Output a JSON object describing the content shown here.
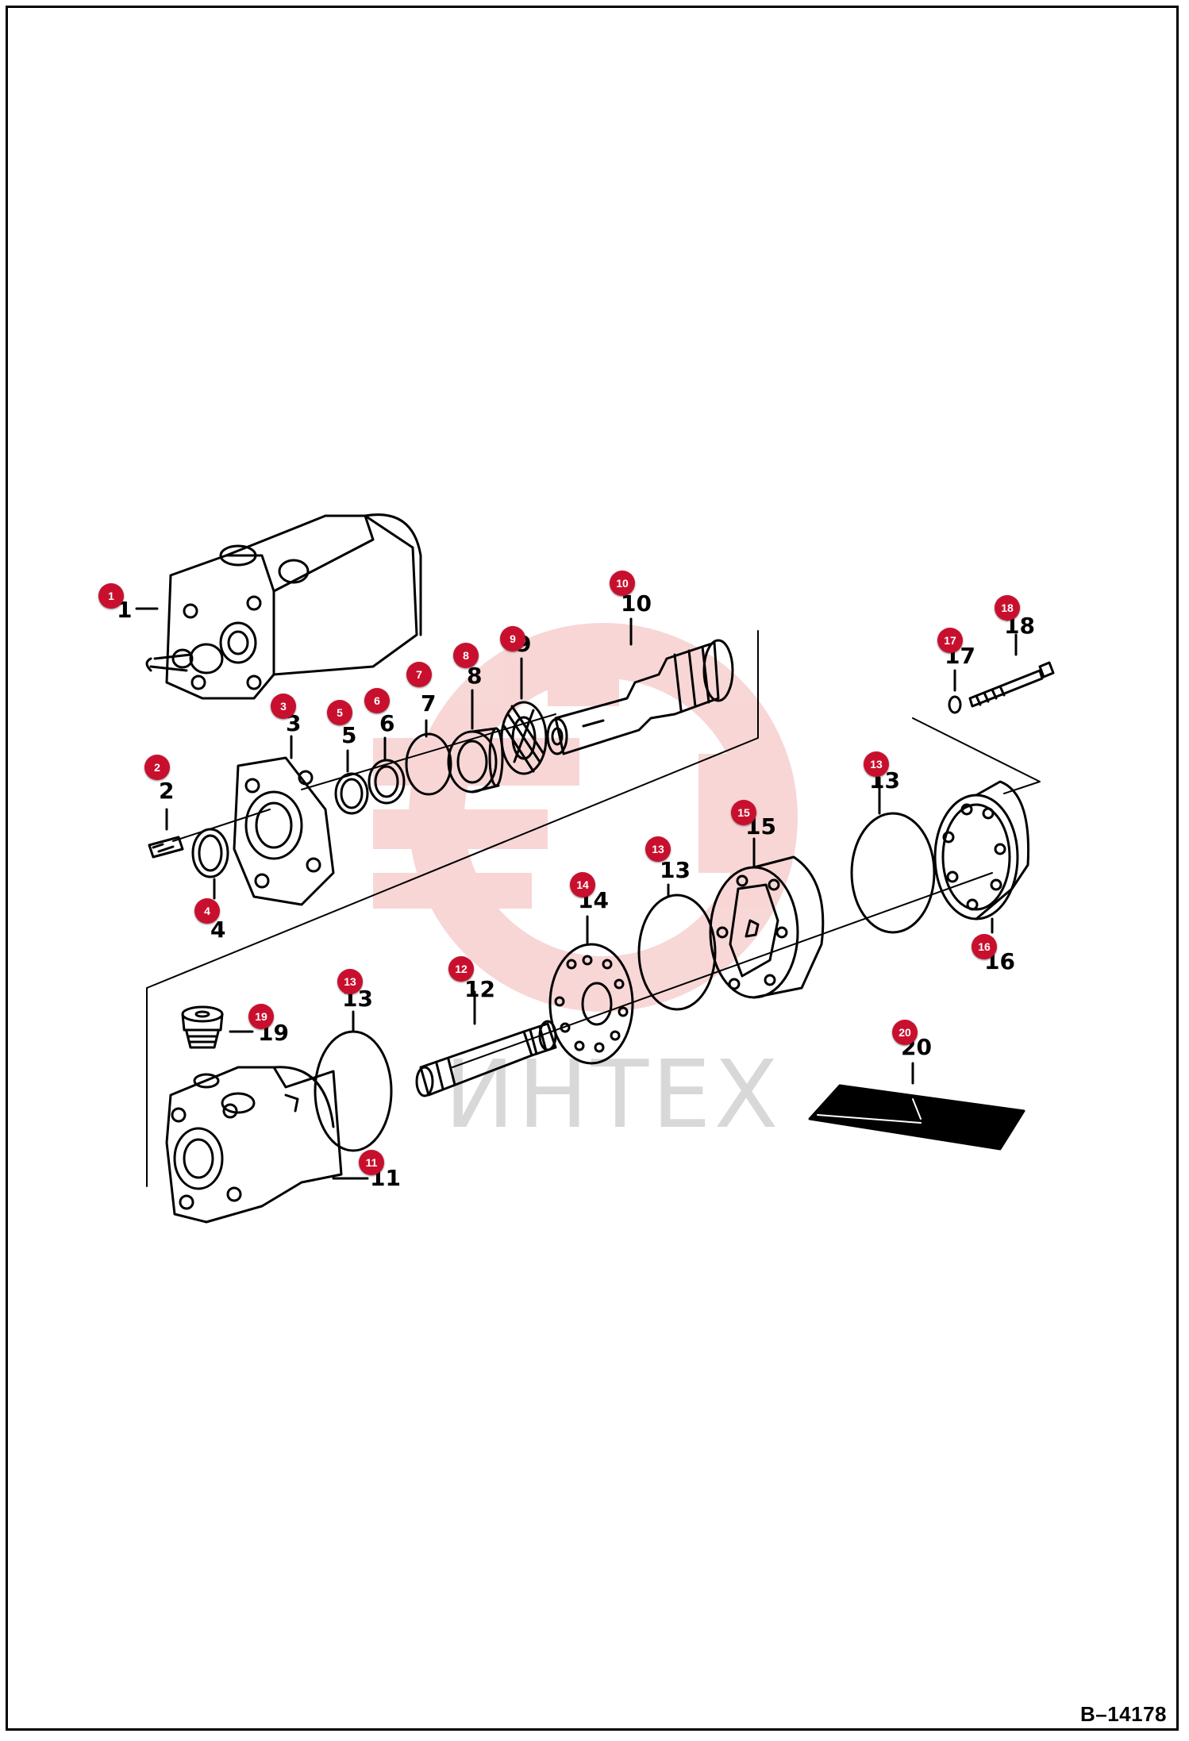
{
  "figure_id": "B–14178",
  "watermark": {
    "text": "ИНТЕХ"
  },
  "colors": {
    "callout": "#c8102e",
    "line": "#000000",
    "watermark": "#f2b8b8"
  },
  "parts": [
    {
      "num": "1",
      "label": "1"
    },
    {
      "num": "2",
      "label": "2"
    },
    {
      "num": "3",
      "label": "3"
    },
    {
      "num": "4",
      "label": "4"
    },
    {
      "num": "5",
      "label": "5"
    },
    {
      "num": "6",
      "label": "6"
    },
    {
      "num": "7",
      "label": "7"
    },
    {
      "num": "8",
      "label": "8"
    },
    {
      "num": "9",
      "label": "9"
    },
    {
      "num": "10",
      "label": "10"
    },
    {
      "num": "11",
      "label": "11"
    },
    {
      "num": "12",
      "label": "12"
    },
    {
      "num": "13",
      "label": "13"
    },
    {
      "num": "14",
      "label": "14"
    },
    {
      "num": "15",
      "label": "15"
    },
    {
      "num": "16",
      "label": "16"
    },
    {
      "num": "17",
      "label": "17"
    },
    {
      "num": "18",
      "label": "18"
    },
    {
      "num": "19",
      "label": "19"
    },
    {
      "num": "20",
      "label": "20"
    }
  ]
}
